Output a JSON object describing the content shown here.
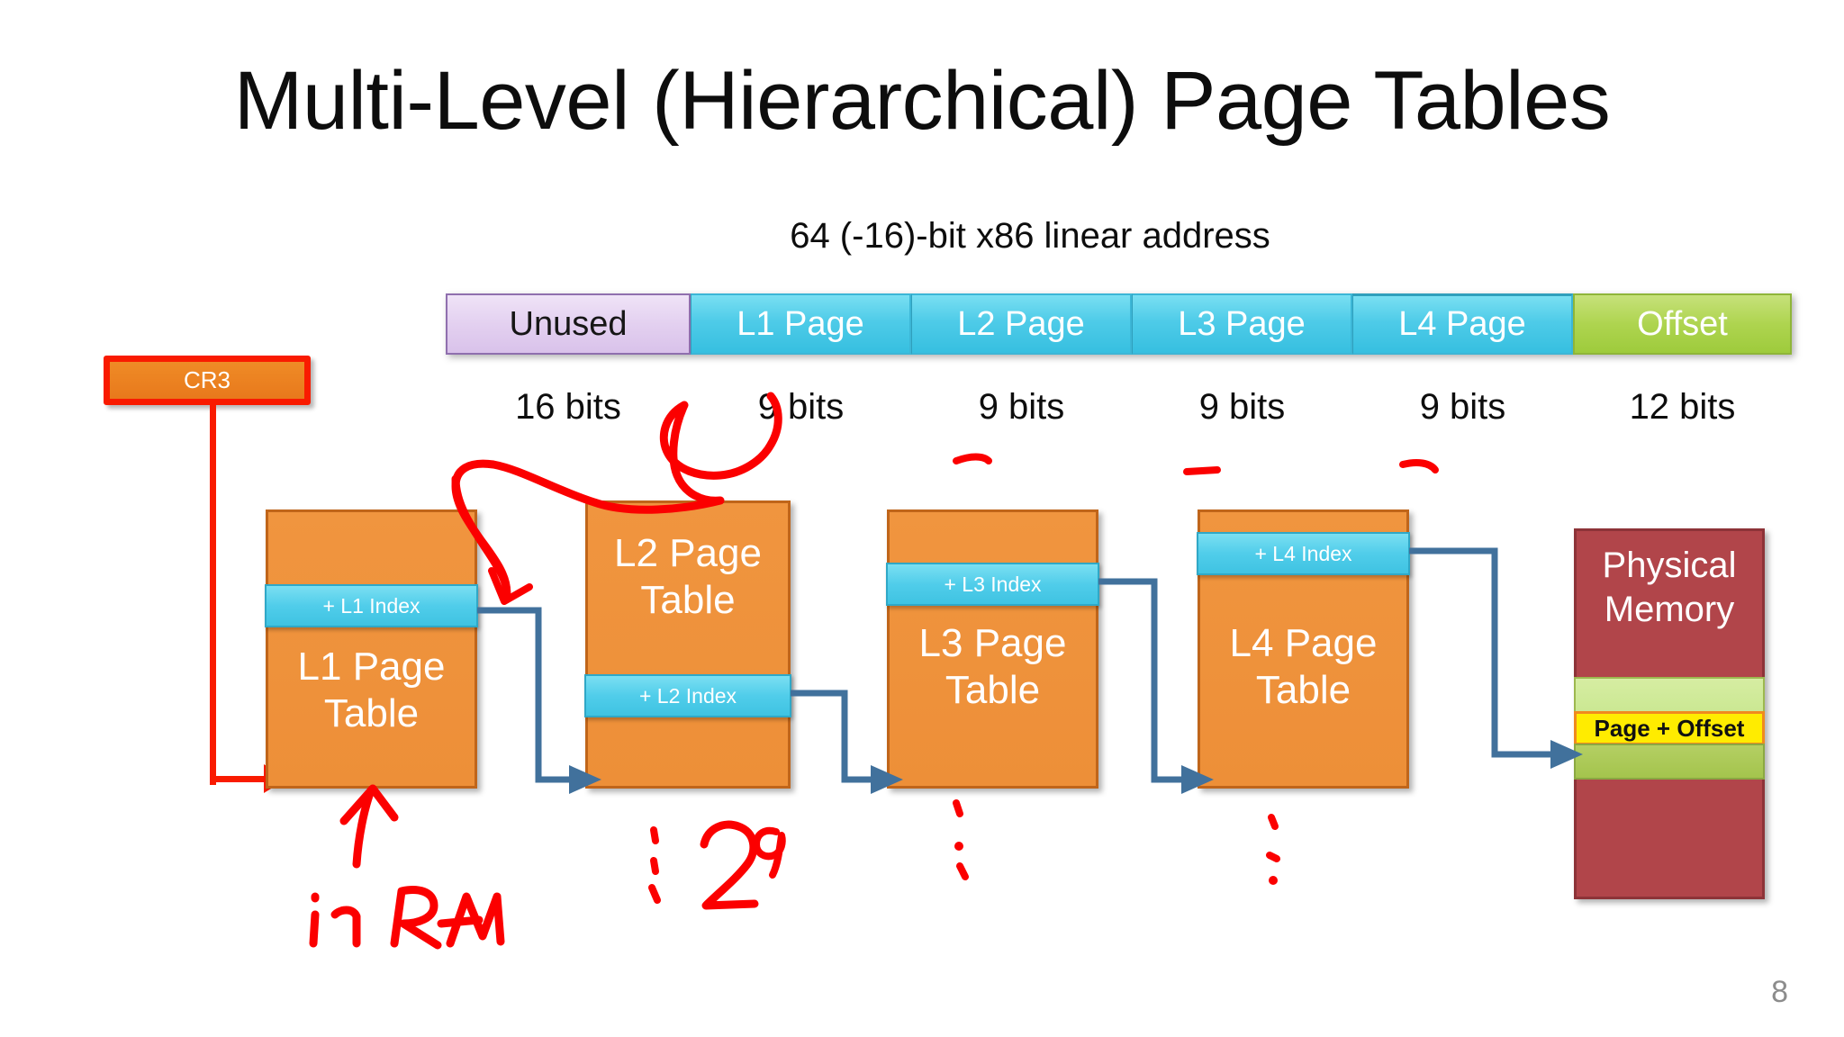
{
  "slide": {
    "title": "Multi-Level (Hierarchical) Page Tables",
    "subtitle": "64 (-16)-bit x86 linear address",
    "number": "8"
  },
  "address_bar": {
    "segments": [
      {
        "label": "Unused",
        "bits": "16 bits",
        "color": "#ddc8ee"
      },
      {
        "label": "L1 Page",
        "bits": "9 bits",
        "color": "#4ecbe8"
      },
      {
        "label": "L2 Page",
        "bits": "9 bits",
        "color": "#4ecbe8"
      },
      {
        "label": "L3 Page",
        "bits": "9 bits",
        "color": "#4ecbe8"
      },
      {
        "label": "L4 Page",
        "bits": "9 bits",
        "color": "#4ecbe8"
      },
      {
        "label": "Offset",
        "bits": "12 bits",
        "color": "#aed44f"
      }
    ]
  },
  "cr3": {
    "label": "CR3"
  },
  "page_tables": [
    {
      "name": "L1 Page\nTable",
      "index": "+ L1 Index"
    },
    {
      "name": "L2 Page\nTable",
      "index": "+ L2 Index"
    },
    {
      "name": "L3 Page\nTable",
      "index": "+ L3 Index"
    },
    {
      "name": "L4 Page\nTable",
      "index": "+ L4 Index"
    }
  ],
  "physical_memory": {
    "label": "Physical\nMemory",
    "highlight": "Page + Offset"
  },
  "annotations": {
    "in_ram": "in RAM",
    "two_pow_nine": "2⁹"
  },
  "colors": {
    "orange": "#ed8f38",
    "orange_border": "#c0651a",
    "cyan": "#4ecbe8",
    "red_ink": "#fb0000",
    "maroon": "#b1454a",
    "connector_blue": "#41719c",
    "yellow": "#ffec00"
  }
}
